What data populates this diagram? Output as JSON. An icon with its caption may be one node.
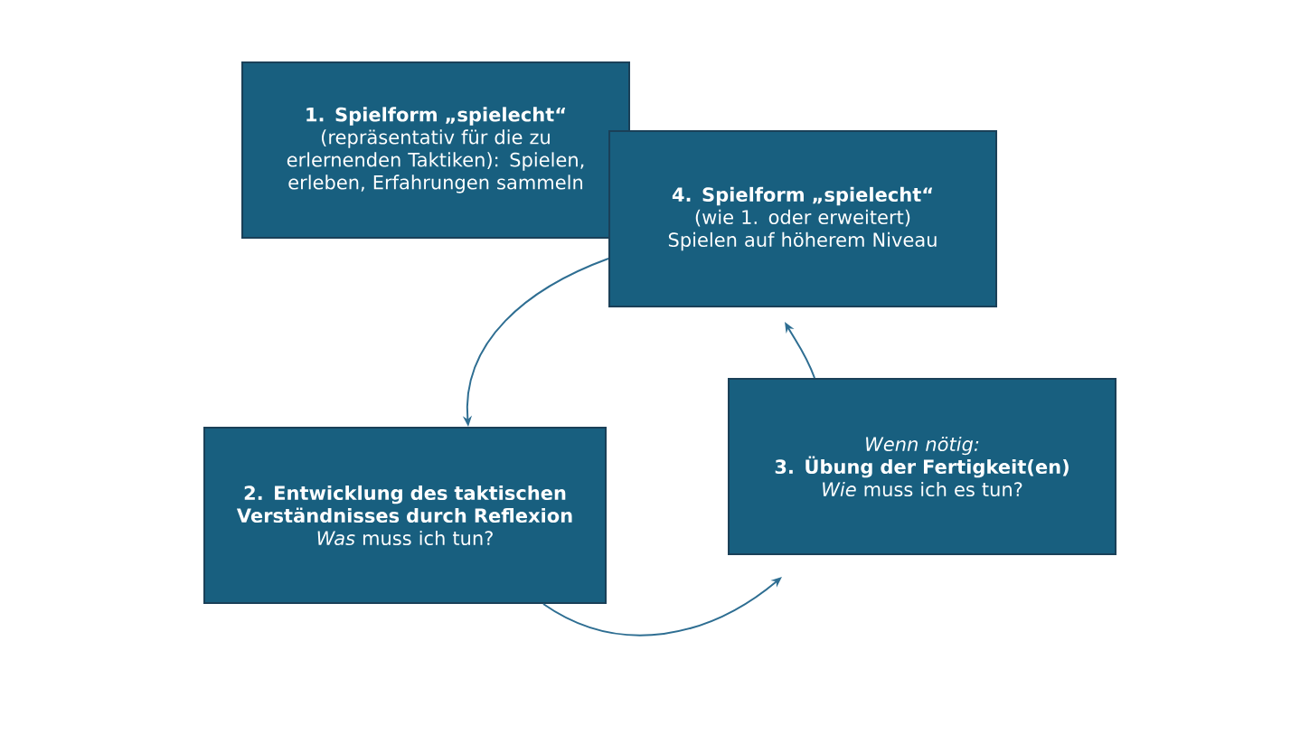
{
  "diagram": {
    "nodes": [
      {
        "text": [
          "1. Spielform „spielecht“",
          "(repräsentativ für die zu erlernenden Taktiken): Spielen, erleben, Erfahrungen sammeln"
        ]
      },
      {
        "text": [
          "2. Entwicklung des taktischen Verständnisses durch Reflexion",
          "*Was* muss ich tun?"
        ]
      },
      {
        "text": [
          "Wenn nötig:",
          "3. Übung der Fertigkeit(en)",
          "*Wie* muss ich es tun?"
        ]
      },
      {
        "text": [
          "4. Spielform „spielecht“",
          "(wie 1. oder erweitert) Spielen auf höherem Niveau"
        ]
      }
    ],
    "edges": [
      {
        "from": 3,
        "to": 1,
        "arrow": "to"
      },
      {
        "from": 1,
        "to": 2,
        "arrow": "to"
      },
      {
        "from": 2,
        "to": 3,
        "arrow": "to"
      }
    ]
  }
}
